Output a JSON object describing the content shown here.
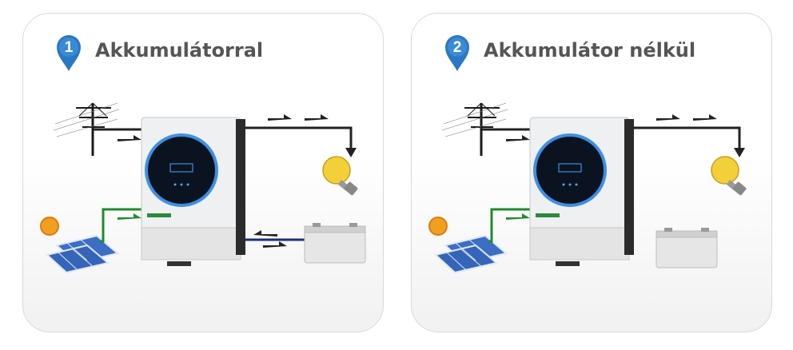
{
  "panels": [
    {
      "number": "1",
      "title": "Akkumulátorral",
      "battery_connected": true
    },
    {
      "number": "2",
      "title": "Akkumulátor nélkül",
      "battery_connected": false
    }
  ],
  "colors": {
    "pin": "#2a78c4",
    "ring": "#3d8fe3",
    "grid_line": "#222222",
    "solar_line": "#1f8c2c",
    "battery_line": "#1c2f7a",
    "title": "#555555"
  }
}
